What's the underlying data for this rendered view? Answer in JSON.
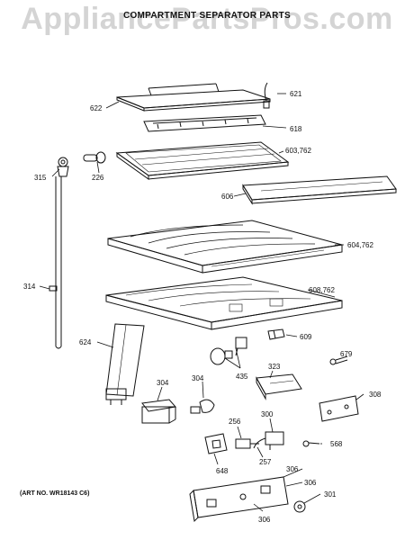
{
  "watermark": "AppliancePartsPros.com",
  "title": "COMPARTMENT SEPARATOR PARTS",
  "art_number": "(ART NO. WR18143 C6)",
  "callouts": {
    "c621": "621",
    "c622": "622",
    "c618": "618",
    "c603": "603,762",
    "c315": "315",
    "c226": "226",
    "c606": "606",
    "c604": "604,762",
    "c314": "314",
    "c608": "608,762",
    "c624": "624",
    "c609": "609",
    "c679": "679",
    "c435": "435",
    "c323": "323",
    "c304a": "304",
    "c304b": "304",
    "c308": "308",
    "c256": "256",
    "c300": "300",
    "c568": "568",
    "c648": "648",
    "c257": "257",
    "c306a": "306",
    "c306b": "306",
    "c306c": "306",
    "c301": "301"
  }
}
